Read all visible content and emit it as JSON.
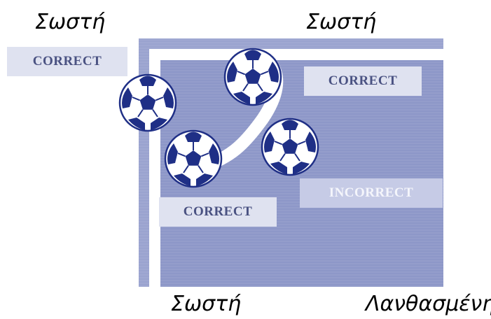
{
  "captions": {
    "top_left": "Σωστή",
    "top_right": "Σωστή",
    "bottom_left": "Σωστή",
    "bottom_right": "Λανθασμένη"
  },
  "labels": {
    "outside_left": "CORRECT",
    "on_line_top": "CORRECT",
    "on_line_bottom": "CORRECT",
    "fully_in": "INCORRECT"
  },
  "colors": {
    "pitch": "#8d97c8",
    "line": "#ffffff",
    "outer_band": "#9aa3cf",
    "label_bg": "#dfe2f0",
    "label_text": "#4a5282",
    "ball_patch": "#1f2f86",
    "ball_white": "#ffffff"
  },
  "icons": {
    "ball": "soccer-ball-icon"
  }
}
